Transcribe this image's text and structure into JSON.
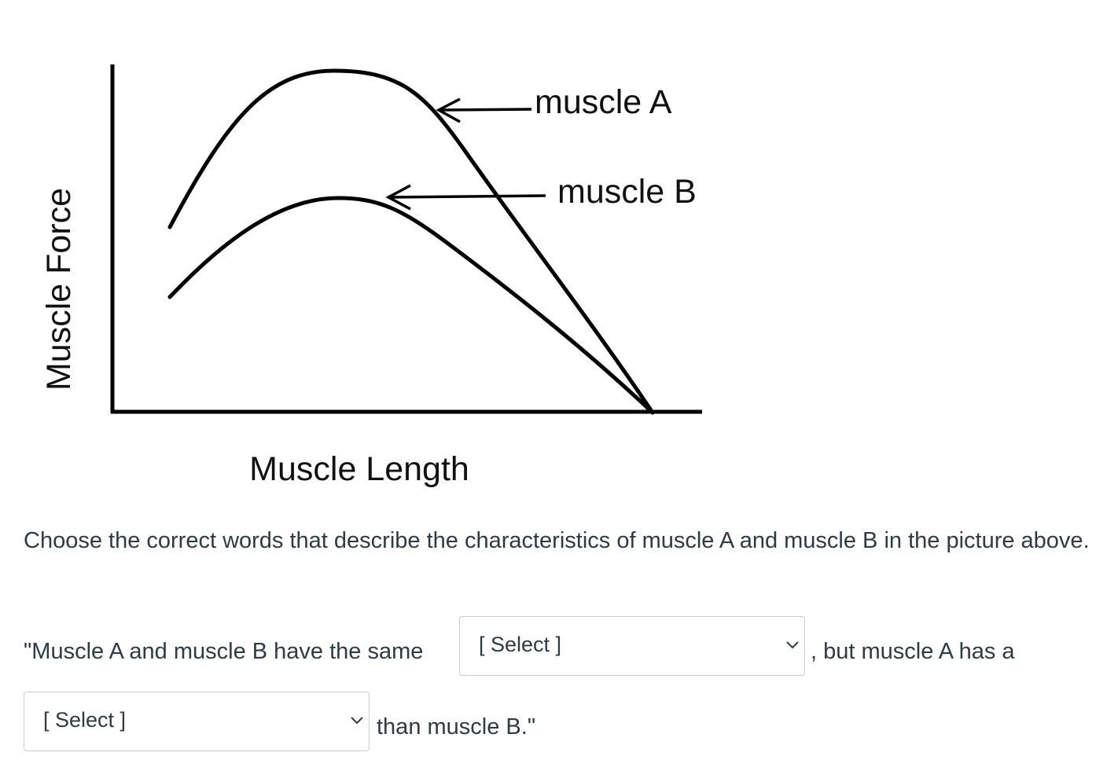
{
  "figure": {
    "curve_labels": {
      "muscle_a": "muscle A",
      "muscle_b": "muscle B"
    },
    "x_axis_label": "Muscle Length",
    "y_axis_label": "Muscle Force"
  },
  "question": {
    "prompt": "Choose the correct words that describe the characteristics of muscle A and muscle B in the picture above.",
    "sentence_part1": "\"Muscle A and muscle B have the same",
    "sentence_part2": ", but muscle A has a",
    "sentence_part3": "than muscle B.\"",
    "select1": {
      "selected": "[ Select ]"
    },
    "select2": {
      "selected": "[ Select ]"
    }
  }
}
